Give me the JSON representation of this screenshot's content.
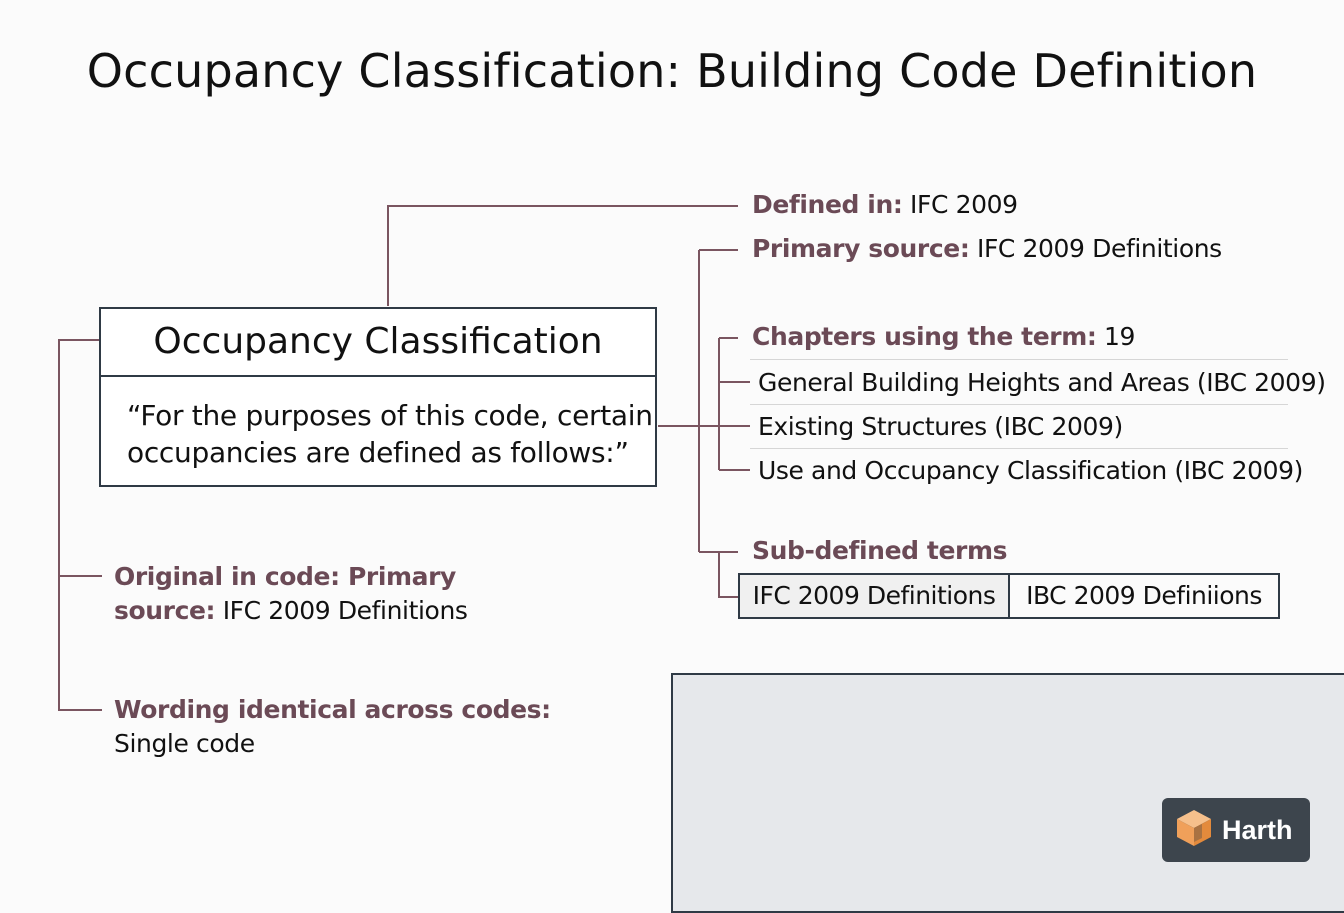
{
  "title": "Occupancy Classification: Building Code Definition",
  "term": {
    "name": "Occupancy Classification",
    "quote": "“For the purposes of this code, certain occupancies are defined as follows:”",
    "quote_line1": "“For the purposes of this code, certain",
    "quote_line2": "occupancies are defined as follows:”"
  },
  "defined_in": {
    "label": "Defined in:",
    "value": "IFC 2009"
  },
  "primary_source": {
    "label": "Primary source:",
    "value": "IFC 2009 Definitions"
  },
  "chapters": {
    "label": "Chapters using the term:",
    "count": "19",
    "items": [
      "General Building Heights and Areas (IBC 2009)",
      "Existing Structures (IBC 2009)",
      "Use and Occupancy Classification (IBC 2009)"
    ]
  },
  "sub_defined": {
    "label": "Sub-defined terms",
    "items": [
      "IFC 2009 Definitions",
      "IBC 2009 Definiions"
    ]
  },
  "original_in_code": {
    "label_line1": "Original in code: Primary",
    "label_line2": "source:",
    "value": "IFC 2009 Definitions"
  },
  "wording_identical": {
    "label": "Wording identical across codes:",
    "value": "Single code"
  },
  "logo": {
    "text": "Harth",
    "icon": "cube-logo-icon"
  },
  "colors": {
    "label_accent": "#6b4a56",
    "connector": "#7a5560",
    "box_border": "#2f3a45",
    "panel_bg": "#e6e8eb",
    "logo_bg": "#3d454d",
    "logo_orange": "#f0a05a"
  }
}
